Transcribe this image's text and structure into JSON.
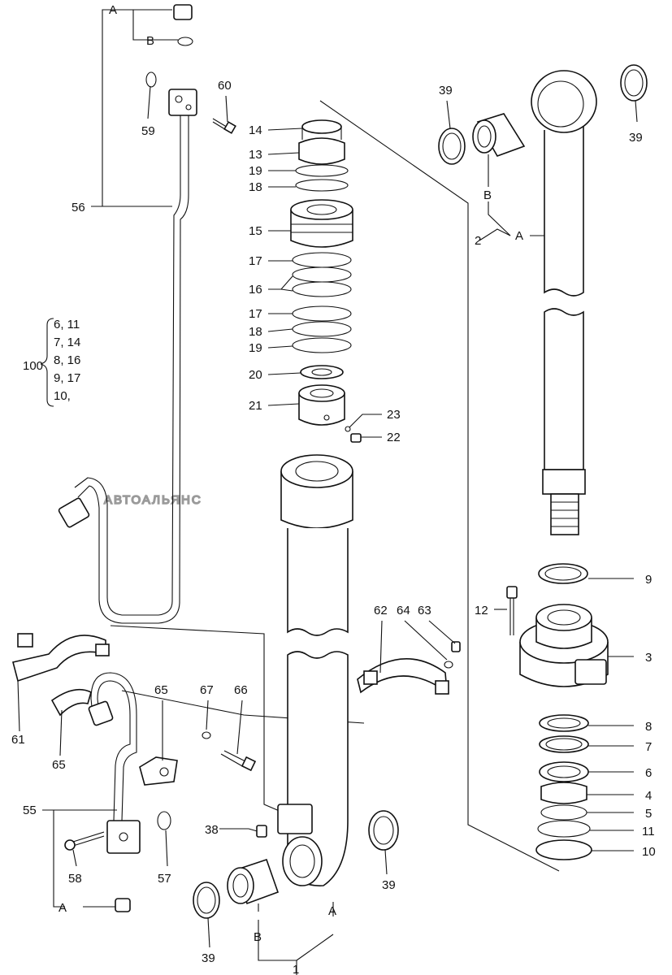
{
  "labels": {
    "p1": "1",
    "p2": "2",
    "p3": "3",
    "p4": "4",
    "p5": "5",
    "p6": "6",
    "p7": "7",
    "p8": "8",
    "p9": "9",
    "p10": "10",
    "p11": "11",
    "p12": "12",
    "p13": "13",
    "p14": "14",
    "p15": "15",
    "p16": "16",
    "p17a": "17",
    "p17b": "17",
    "p18a": "18",
    "p18b": "18",
    "p19a": "19",
    "p19b": "19",
    "p20": "20",
    "p21": "21",
    "p22": "22",
    "p23": "23",
    "p38": "38",
    "p39a": "39",
    "p39b": "39",
    "p39c": "39",
    "p39d": "39",
    "p55": "55",
    "p56": "56",
    "p57": "57",
    "p58": "58",
    "p59": "59",
    "p60": "60",
    "p61": "61",
    "p62": "62",
    "p63": "63",
    "p64": "64",
    "p65a": "65",
    "p65b": "65",
    "p66": "66",
    "p67": "67",
    "refA1": "A",
    "refB1": "B",
    "refA2": "A",
    "refB2": "B",
    "refA3": "A",
    "refA4": "A",
    "refB4": "B"
  },
  "kit": {
    "number": "100",
    "rows": [
      "6, 11",
      "7, 14",
      "8, 16",
      "9, 17",
      "10,"
    ]
  },
  "watermark": "АВТОАЛЬЯНС"
}
